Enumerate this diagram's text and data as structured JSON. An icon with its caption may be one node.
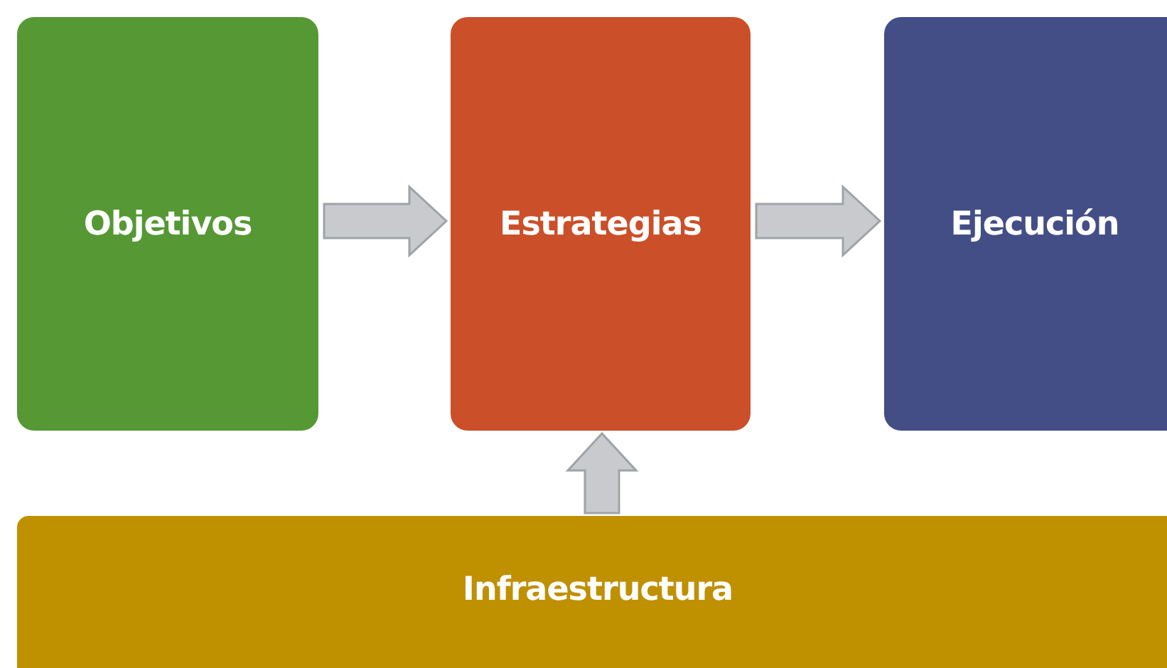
{
  "diagram": {
    "nodes": [
      {
        "text": [
          "Objetivos"
        ]
      },
      {
        "text": [
          "Estrategias"
        ]
      },
      {
        "text": [
          "Ejecución"
        ]
      },
      {
        "text": [
          "Infraestructura"
        ]
      }
    ],
    "edges": [
      {
        "from": 0,
        "to": 1,
        "arrow": "to"
      },
      {
        "from": 1,
        "to": 2,
        "arrow": "to"
      },
      {
        "from": 3,
        "to": 1,
        "arrow": "to"
      }
    ]
  }
}
